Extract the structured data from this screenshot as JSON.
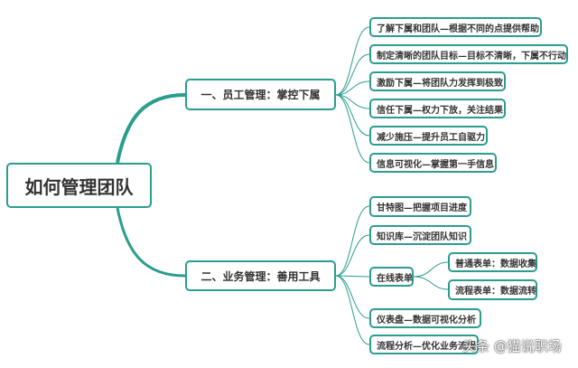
{
  "root": "如何管理团队",
  "branches": [
    {
      "label": "一、员工管理：掌控下属",
      "items": [
        "了解下属和团队—根据不同的点提供帮助",
        "制定清晰的团队目标—目标不清晰，下属不行动",
        "激励下属—将团队力发挥到极致",
        "信任下属—权力下放，关注结果",
        "减少施压—提升员工自驱力",
        "信息可视化—掌握第一手信息"
      ]
    },
    {
      "label": "二、业务管理：善用工具",
      "items": [
        "甘特图—把握项目进度",
        "知识库—沉淀团队知识",
        "在线表单",
        "仪表盘—数据可视化分析",
        "流程分析—优化业务流程"
      ],
      "sub": [
        "普通表单：数据收集",
        "流程表单：数据流转"
      ]
    }
  ],
  "watermark": "头条 @猫说职场",
  "colors": {
    "accent": "#2a9d8f"
  }
}
